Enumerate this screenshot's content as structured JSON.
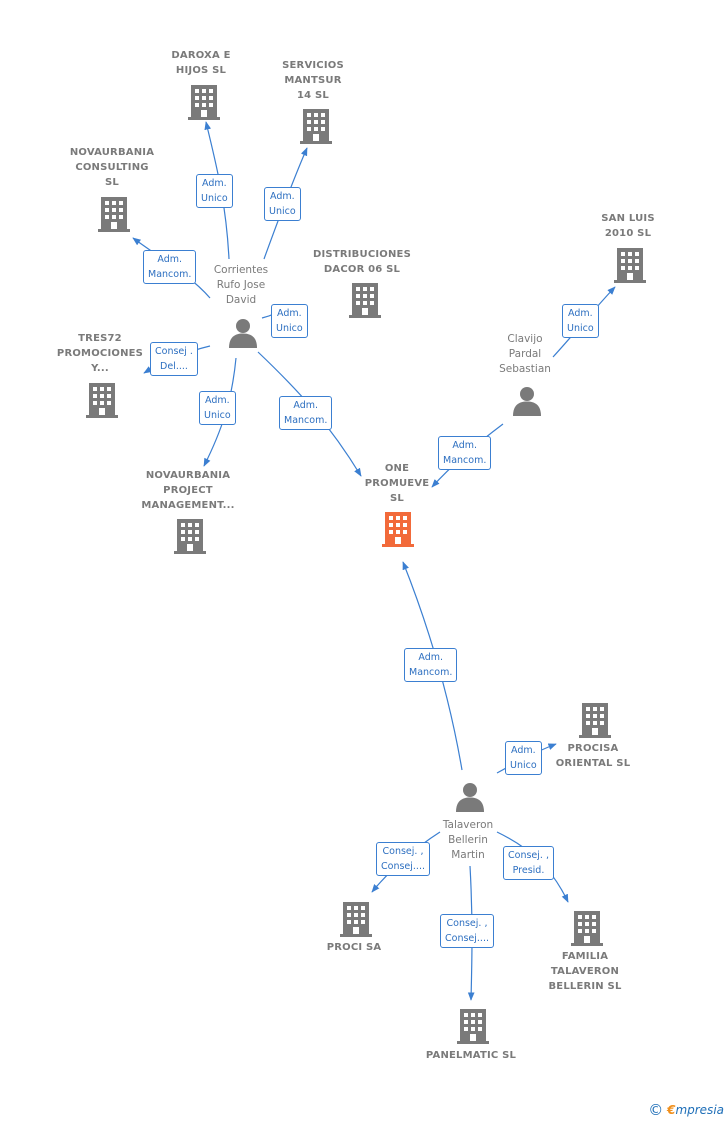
{
  "colors": {
    "edge": "#3b7fd1",
    "node": "#7a7a7a",
    "focus": "#f26a3a"
  },
  "nodes": {
    "daroxa": {
      "label": "DAROXA E\nHIJOS  SL",
      "icon": "building-icon"
    },
    "mantsur": {
      "label": "SERVICIOS\nMANTSUR\n14  SL",
      "icon": "building-icon"
    },
    "novaurbania_consulting": {
      "label": "NOVAURBANIA\nCONSULTING\nSL",
      "icon": "building-icon"
    },
    "corrientes": {
      "label": "Corrientes\nRufo Jose\nDavid",
      "icon": "person-icon"
    },
    "distribuciones": {
      "label": "DISTRIBUCIONES\nDACOR 06 SL",
      "icon": "building-icon"
    },
    "sanluis": {
      "label": "SAN LUIS\n2010 SL",
      "icon": "building-icon"
    },
    "tres72": {
      "label": "TRES72\nPROMOCIONES\nY...",
      "icon": "building-icon"
    },
    "clavijo": {
      "label": "Clavijo\nPardal\nSebastian",
      "icon": "person-icon"
    },
    "novaurbania_pm": {
      "label": "NOVAURBANIA\nPROJECT\nMANAGEMENT...",
      "icon": "building-icon"
    },
    "one": {
      "label": "ONE\nPROMUEVE\nSL",
      "icon": "building-icon"
    },
    "procisa": {
      "label": "PROCISA\nORIENTAL SL",
      "icon": "building-icon"
    },
    "talaveron": {
      "label": "Talaveron\nBellerin\nMartin",
      "icon": "person-icon"
    },
    "proci": {
      "label": "PROCI SA",
      "icon": "building-icon"
    },
    "familia": {
      "label": "FAMILIA\nTALAVERON\nBELLERIN SL",
      "icon": "building-icon"
    },
    "panelmatic": {
      "label": "PANELMATIC SL",
      "icon": "building-icon"
    }
  },
  "edges": {
    "e1": "Adm.\nUnico",
    "e2": "Adm.\nUnico",
    "e3": "Adm.\nMancom.",
    "e4": "Adm.\nUnico",
    "e5": "Consej .\nDel....",
    "e6": "Adm.\nUnico",
    "e7": "Adm.\nMancom.",
    "e8": "Adm.\nUnico",
    "e9": "Adm.\nMancom.",
    "e10": "Adm.\nMancom.",
    "e11": "Adm.\nUnico",
    "e12": "Consej. ,\nConsej....",
    "e13": "Consej. ,\nPresid.",
    "e14": "Consej. ,\nConsej...."
  },
  "footer": {
    "copyright": "©",
    "brand_e": "€",
    "brand_rest": "mpresia"
  }
}
